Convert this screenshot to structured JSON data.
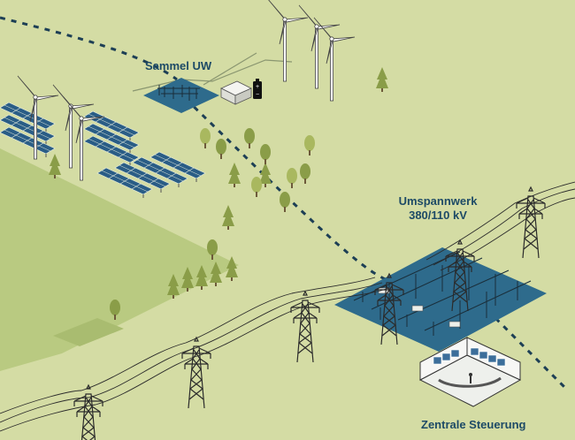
{
  "labels": {
    "sammel_uw": "Sammel UW",
    "umspannwerk_line1": "Umspannwerk",
    "umspannwerk_line2": "380/110 kV",
    "zentrale_steuerung": "Zentrale Steuerung"
  },
  "colors": {
    "background": "#d4dca4",
    "lower_field": "#b9ca81",
    "substation_blue": "#2e6b8c",
    "cable_dash": "#1d3f55",
    "tree_green": "#8a9d48",
    "tree_light": "#a9b85f",
    "solar_panel": "#2a5d86",
    "label_text": "#1d4a66"
  },
  "icons": [
    "wind-turbine-icon",
    "solar-panel-icon",
    "tree-icon",
    "battery-icon",
    "transmission-tower-icon",
    "control-room-icon",
    "container-building-icon"
  ]
}
